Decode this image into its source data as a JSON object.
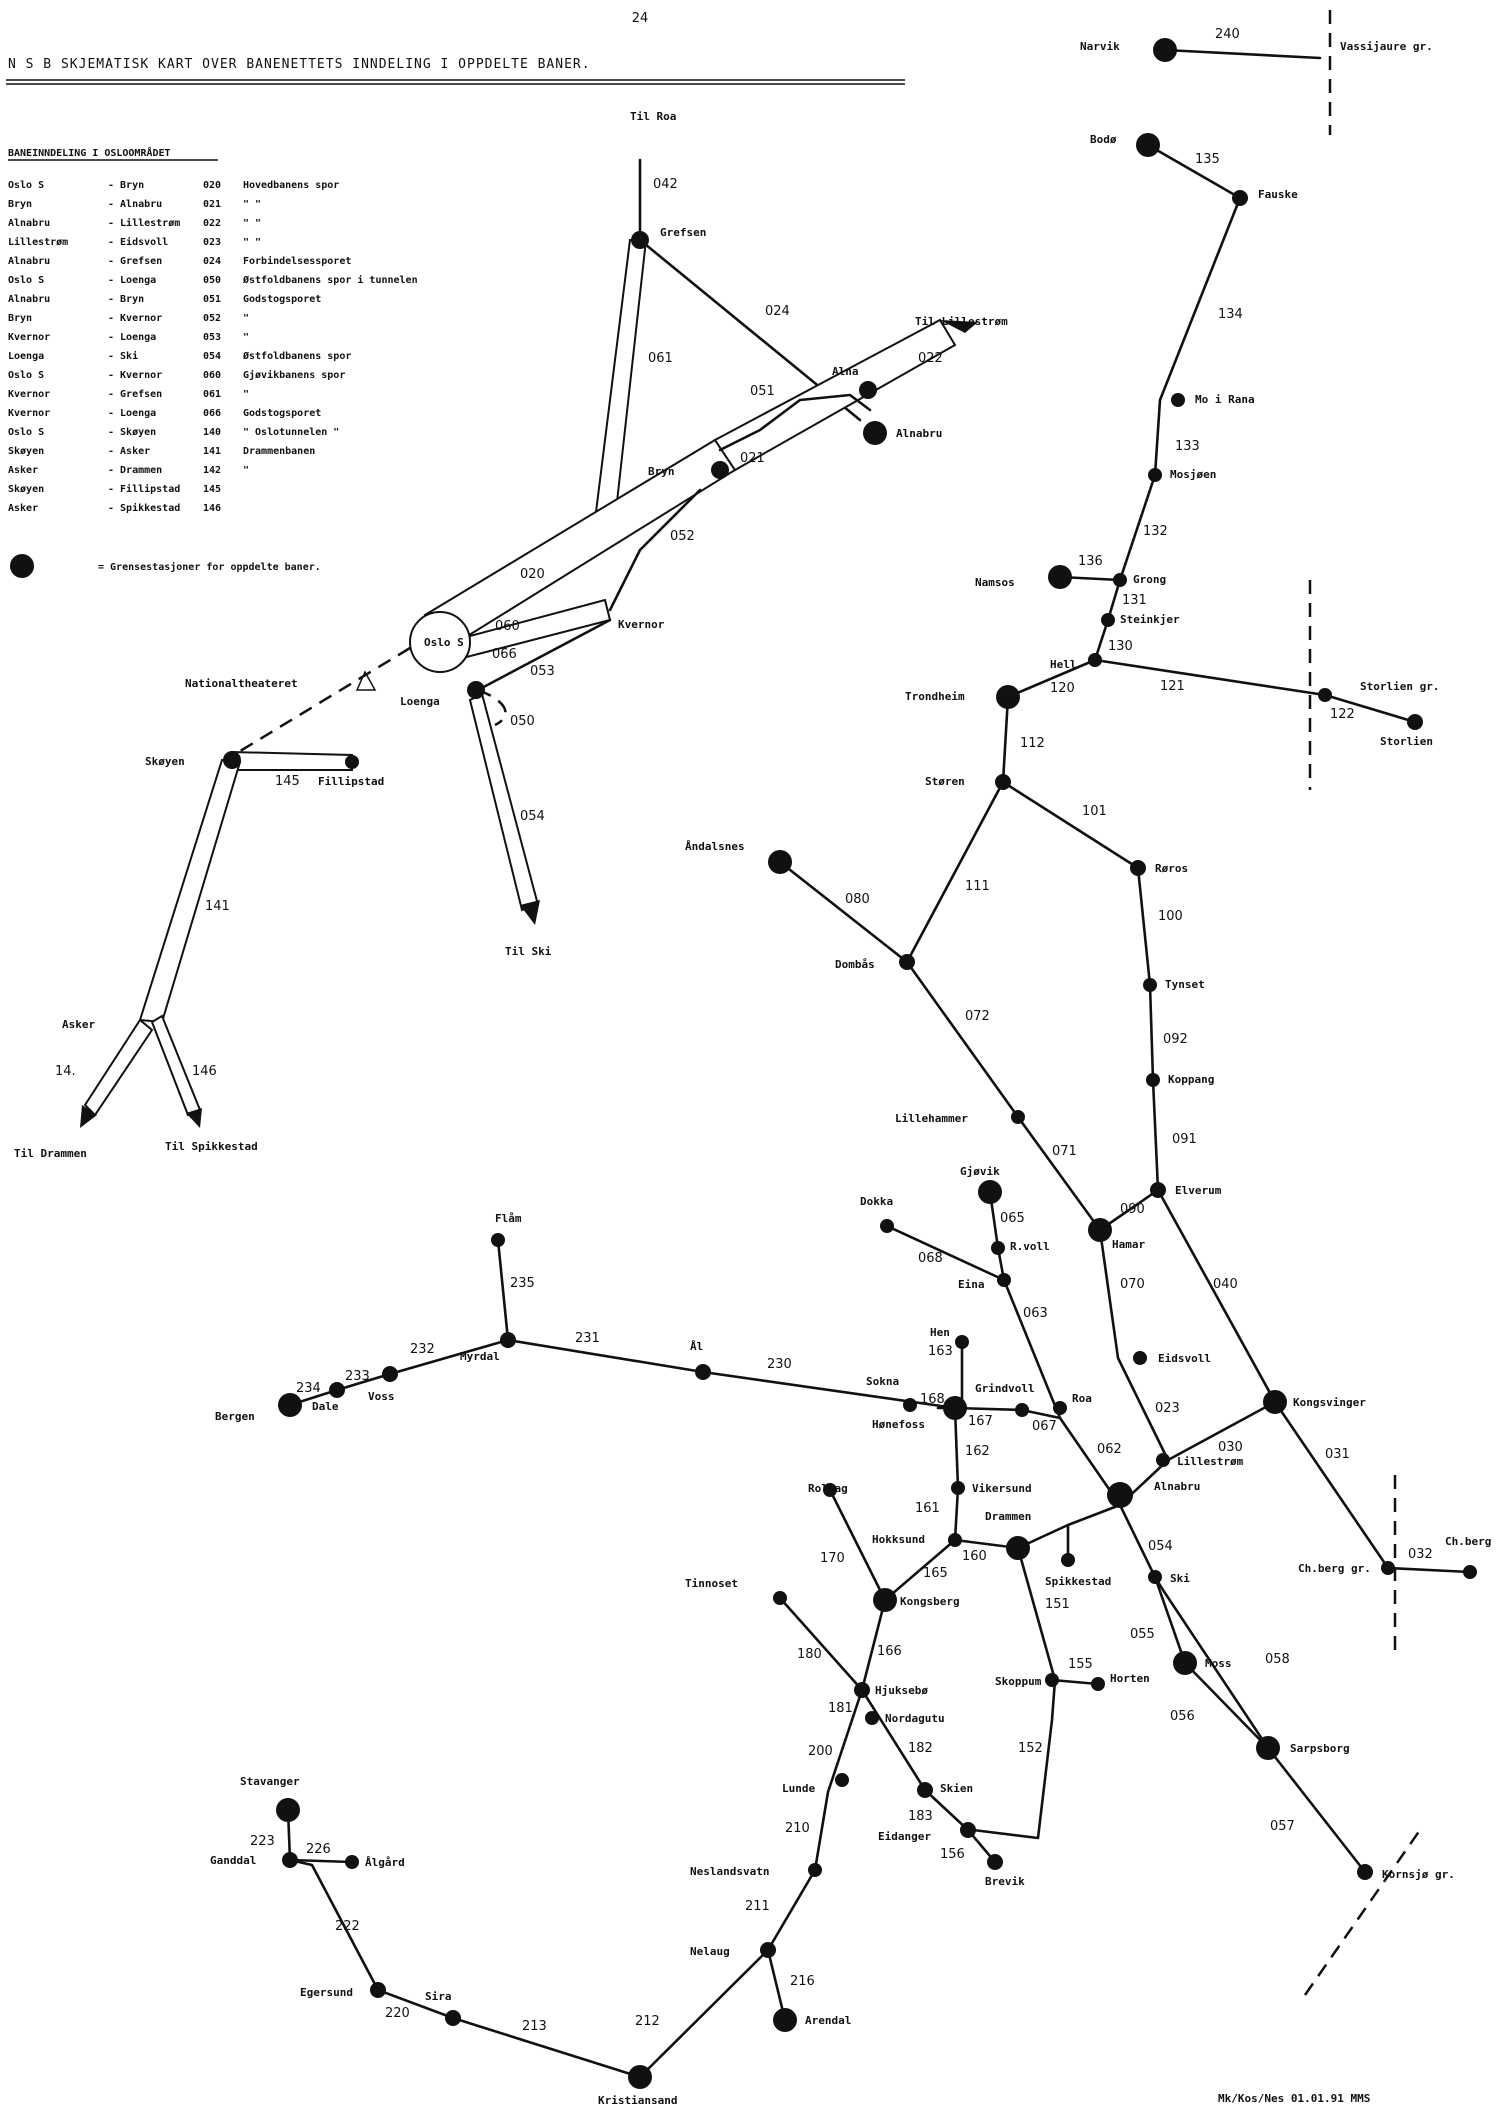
{
  "page_number": "24",
  "title": "N S B  SKJEMATISK KART OVER BANENETTETS INNDELING I OPPDELTE BANER.",
  "oslo_legend": {
    "heading": "BANEINNDELING I OSLOOMRÅDET",
    "rows": [
      {
        "from": "Oslo S",
        "to": "- Bryn",
        "code": "020",
        "desc": "Hovedbanens spor"
      },
      {
        "from": "Bryn",
        "to": "- Alnabru",
        "code": "021",
        "desc": "\"          \""
      },
      {
        "from": "Alnabru",
        "to": "- Lillestrøm",
        "code": "022",
        "desc": "\"          \""
      },
      {
        "from": "Lillestrøm",
        "to": "- Eidsvoll",
        "code": "023",
        "desc": "\"          \""
      },
      {
        "from": "Alnabru",
        "to": "- Grefsen",
        "code": "024",
        "desc": "Forbindelsessporet"
      },
      {
        "from": "Oslo S",
        "to": "- Loenga",
        "code": "050",
        "desc": "Østfoldbanens spor i tunnelen"
      },
      {
        "from": "Alnabru",
        "to": "- Bryn",
        "code": "051",
        "desc": "Godstogsporet"
      },
      {
        "from": "Bryn",
        "to": "- Kvernor",
        "code": "052",
        "desc": "\""
      },
      {
        "from": "Kvernor",
        "to": "- Loenga",
        "code": "053",
        "desc": "\""
      },
      {
        "from": "Loenga",
        "to": "- Ski",
        "code": "054",
        "desc": "Østfoldbanens spor"
      },
      {
        "from": "Oslo S",
        "to": "- Kvernor",
        "code": "060",
        "desc": "Gjøvikbanens spor"
      },
      {
        "from": "Kvernor",
        "to": "- Grefsen",
        "code": "061",
        "desc": "\""
      },
      {
        "from": "Kvernor",
        "to": "- Loenga",
        "code": "066",
        "desc": "Godstogsporet"
      },
      {
        "from": "Oslo S",
        "to": "- Skøyen",
        "code": "140",
        "desc": "\" Oslotunnelen \""
      },
      {
        "from": "Skøyen",
        "to": "- Asker",
        "code": "141",
        "desc": "Drammenbanen"
      },
      {
        "from": "Asker",
        "to": "- Drammen",
        "code": "142",
        "desc": "\""
      },
      {
        "from": "Skøyen",
        "to": "- Fillipstad",
        "code": "145",
        "desc": ""
      },
      {
        "from": "Asker",
        "to": "- Spikkestad",
        "code": "146",
        "desc": ""
      }
    ],
    "dot_note": "= Grensestasjoner for oppdelte baner."
  },
  "oslo_detail": {
    "labels": {
      "til_roa": "Til Roa",
      "grefsen": "Grefsen",
      "til_lillestrom": "Til Lillestrøm",
      "alna": "Alna",
      "alnabru": "Alnabru",
      "bryn": "Bryn",
      "kvernor": "Kvernor",
      "oslo_s": "Oslo S",
      "nationaltheateret": "Nationaltheateret",
      "loenga": "Loenga",
      "skoyen": "Skøyen",
      "fillipstad": "Fillipstad",
      "asker": "Asker",
      "til_drammen": "Til Drammen",
      "til_spikkestad": "Til Spikkestad",
      "til_ski": "Til Ski"
    },
    "codes": {
      "c042": "042",
      "c024": "024",
      "c061": "061",
      "c051": "051",
      "c022": "022",
      "c021": "021",
      "c052": "052",
      "c020": "020",
      "c060": "060",
      "c066": "066",
      "c053": "053",
      "c050": "050",
      "c054": "054",
      "c145": "145",
      "c141": "141",
      "c14": "14.",
      "c146": "146"
    }
  },
  "stations": {
    "narvik": "Narvik",
    "vassijaure": "Vassijaure gr.",
    "bodo": "Bodø",
    "fauske": "Fauske",
    "mo_i_rana": "Mo i Rana",
    "mosjoen": "Mosjøen",
    "namsos": "Namsos",
    "grong": "Grong",
    "steinkjer": "Steinkjer",
    "hell": "Hell",
    "trondheim": "Trondheim",
    "storlien_gr": "Storlien gr.",
    "storlien": "Storlien",
    "storen": "Støren",
    "roros": "Røros",
    "andalsnes": "Åndalsnes",
    "dombas": "Dombås",
    "tynset": "Tynset",
    "koppang": "Koppang",
    "lillehammer": "Lillehammer",
    "elverum": "Elverum",
    "gjovik": "Gjøvik",
    "dokka": "Dokka",
    "rvoll": "R.voll",
    "eina": "Eina",
    "hamar": "Hamar",
    "eidsvoll": "Eidsvoll",
    "kongsvinger": "Kongsvinger",
    "flam": "Flåm",
    "myrdal": "Myrdal",
    "al": "Ål",
    "voss": "Voss",
    "dale": "Dale",
    "bergen": "Bergen",
    "sokna": "Sokna",
    "honefoss": "Hønefoss",
    "hen": "Hen",
    "grindvoll": "Grindvoll",
    "roa": "Roa",
    "lillestrom": "Lillestrøm",
    "alnabru": "Alnabru",
    "chberg_gr": "Ch.berg gr.",
    "chberg": "Ch.berg",
    "rollag": "Rollag",
    "vikersund": "Vikersund",
    "hokksund": "Hokksund",
    "drammen": "Drammen",
    "spikkestad": "Spikkestad",
    "ski": "Ski",
    "tinnoset": "Tinnoset",
    "kongsberg": "Kongsberg",
    "moss": "Moss",
    "sarpsborg": "Sarpsborg",
    "skoppum": "Skoppum",
    "horten": "Horten",
    "hjuksebo": "Hjuksebø",
    "nordagutu": "Nordagutu",
    "lunde": "Lunde",
    "skien": "Skien",
    "eidanger": "Eidanger",
    "brevik": "Brevik",
    "kornsjo": "Kornsjø gr.",
    "neslandsvatn": "Neslandsvatn",
    "nelaug": "Nelaug",
    "arendal": "Arendal",
    "kristiansand": "Kristiansand",
    "stavanger": "Stavanger",
    "ganddal": "Ganddal",
    "algard": "Ålgård",
    "egersund": "Egersund",
    "sira": "Sira"
  },
  "codes": {
    "n240": "240",
    "n135": "135",
    "n134": "134",
    "n133": "133",
    "n132": "132",
    "n136": "136",
    "n131": "131",
    "n130": "130",
    "n120": "120",
    "n121": "121",
    "n122": "122",
    "n112": "112",
    "n101": "101",
    "n111": "111",
    "n080": "080",
    "n100": "100",
    "n072": "072",
    "n092": "092",
    "n091": "091",
    "n071": "071",
    "n065": "065",
    "n068": "068",
    "n090": "090",
    "n063": "063",
    "n070": "070",
    "n040": "040",
    "n235": "235",
    "n231": "231",
    "n230": "230",
    "n232": "232",
    "n233": "233",
    "n234": "234",
    "n163": "163",
    "n168": "168",
    "n167": "167",
    "n067": "067",
    "n062": "062",
    "n023": "023",
    "n030": "030",
    "n031": "031",
    "n032": "032",
    "n162": "162",
    "n161": "161",
    "n160": "160",
    "n054": "054",
    "n170": "170",
    "n165": "165",
    "n151": "151",
    "n055": "055",
    "n058": "058",
    "n166": "166",
    "n155": "155",
    "n056": "056",
    "n180": "180",
    "n181": "181",
    "n182": "182",
    "n152": "152",
    "n200": "200",
    "n183": "183",
    "n156": "156",
    "n057": "057",
    "n210": "210",
    "n211": "211",
    "n216": "216",
    "n212": "212",
    "n213": "213",
    "n220": "220",
    "n222": "222",
    "n223": "223",
    "n226": "226"
  },
  "footer": "Mk/Kos/Nes 01.01.91 MMS"
}
